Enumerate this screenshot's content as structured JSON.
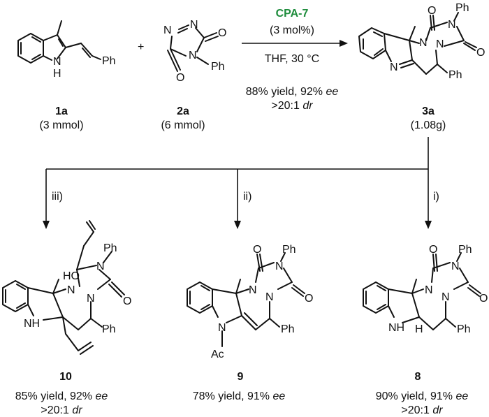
{
  "reagents": {
    "r1": {
      "label": "1a",
      "amount": "(3 mmol)"
    },
    "r2": {
      "label": "2a",
      "amount": "(6 mmol)"
    },
    "plus": "+",
    "catalyst": "CPA-7",
    "loading": "(3 mol%)",
    "conditions": "THF, 30 °C",
    "yield_line": "88% yield, 92%",
    "ee": "ee",
    "dr_line": ">20:1",
    "dr": "dr"
  },
  "product_3a": {
    "label": "3a",
    "amount": "(1.08g)"
  },
  "branches": {
    "b1": "iii)",
    "b2": "ii)",
    "b3": "i)"
  },
  "atoms": {
    "N": "N",
    "H": "H",
    "NH": "NH",
    "HO": "HO",
    "O": "O",
    "Ph": "Ph",
    "Ac": "Ac"
  },
  "products": {
    "p10": {
      "label": "10",
      "yield_line": "85% yield, 92%",
      "ee": "ee",
      "dr_line": ">20:1",
      "dr": "dr"
    },
    "p9": {
      "label": "9",
      "yield_line": "78% yield, 91%",
      "ee": "ee"
    },
    "p8": {
      "label": "8",
      "yield_line": "90% yield, 91%",
      "ee": "ee",
      "dr_line": ">20:1",
      "dr": "dr"
    }
  }
}
